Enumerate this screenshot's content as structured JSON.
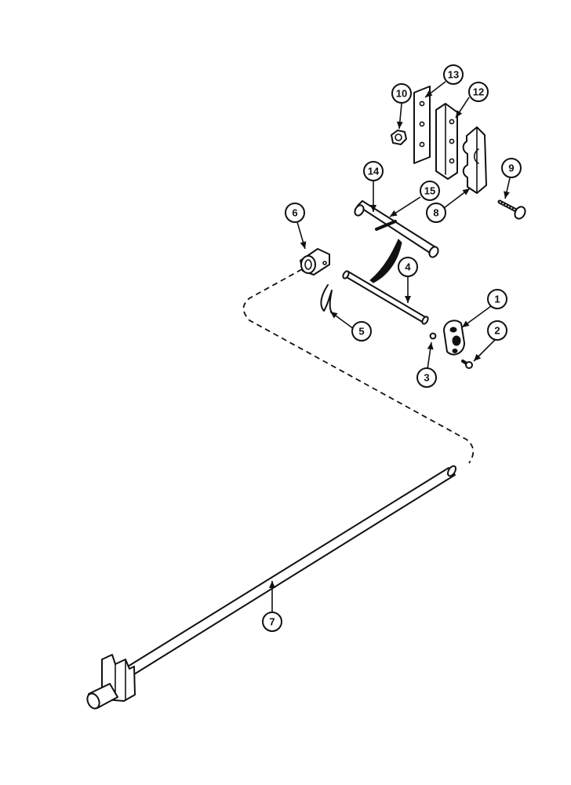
{
  "diagram": {
    "callouts": [
      "1",
      "2",
      "3",
      "4",
      "5",
      "6",
      "7",
      "8",
      "9",
      "10",
      "12",
      "13",
      "14",
      "15"
    ]
  }
}
